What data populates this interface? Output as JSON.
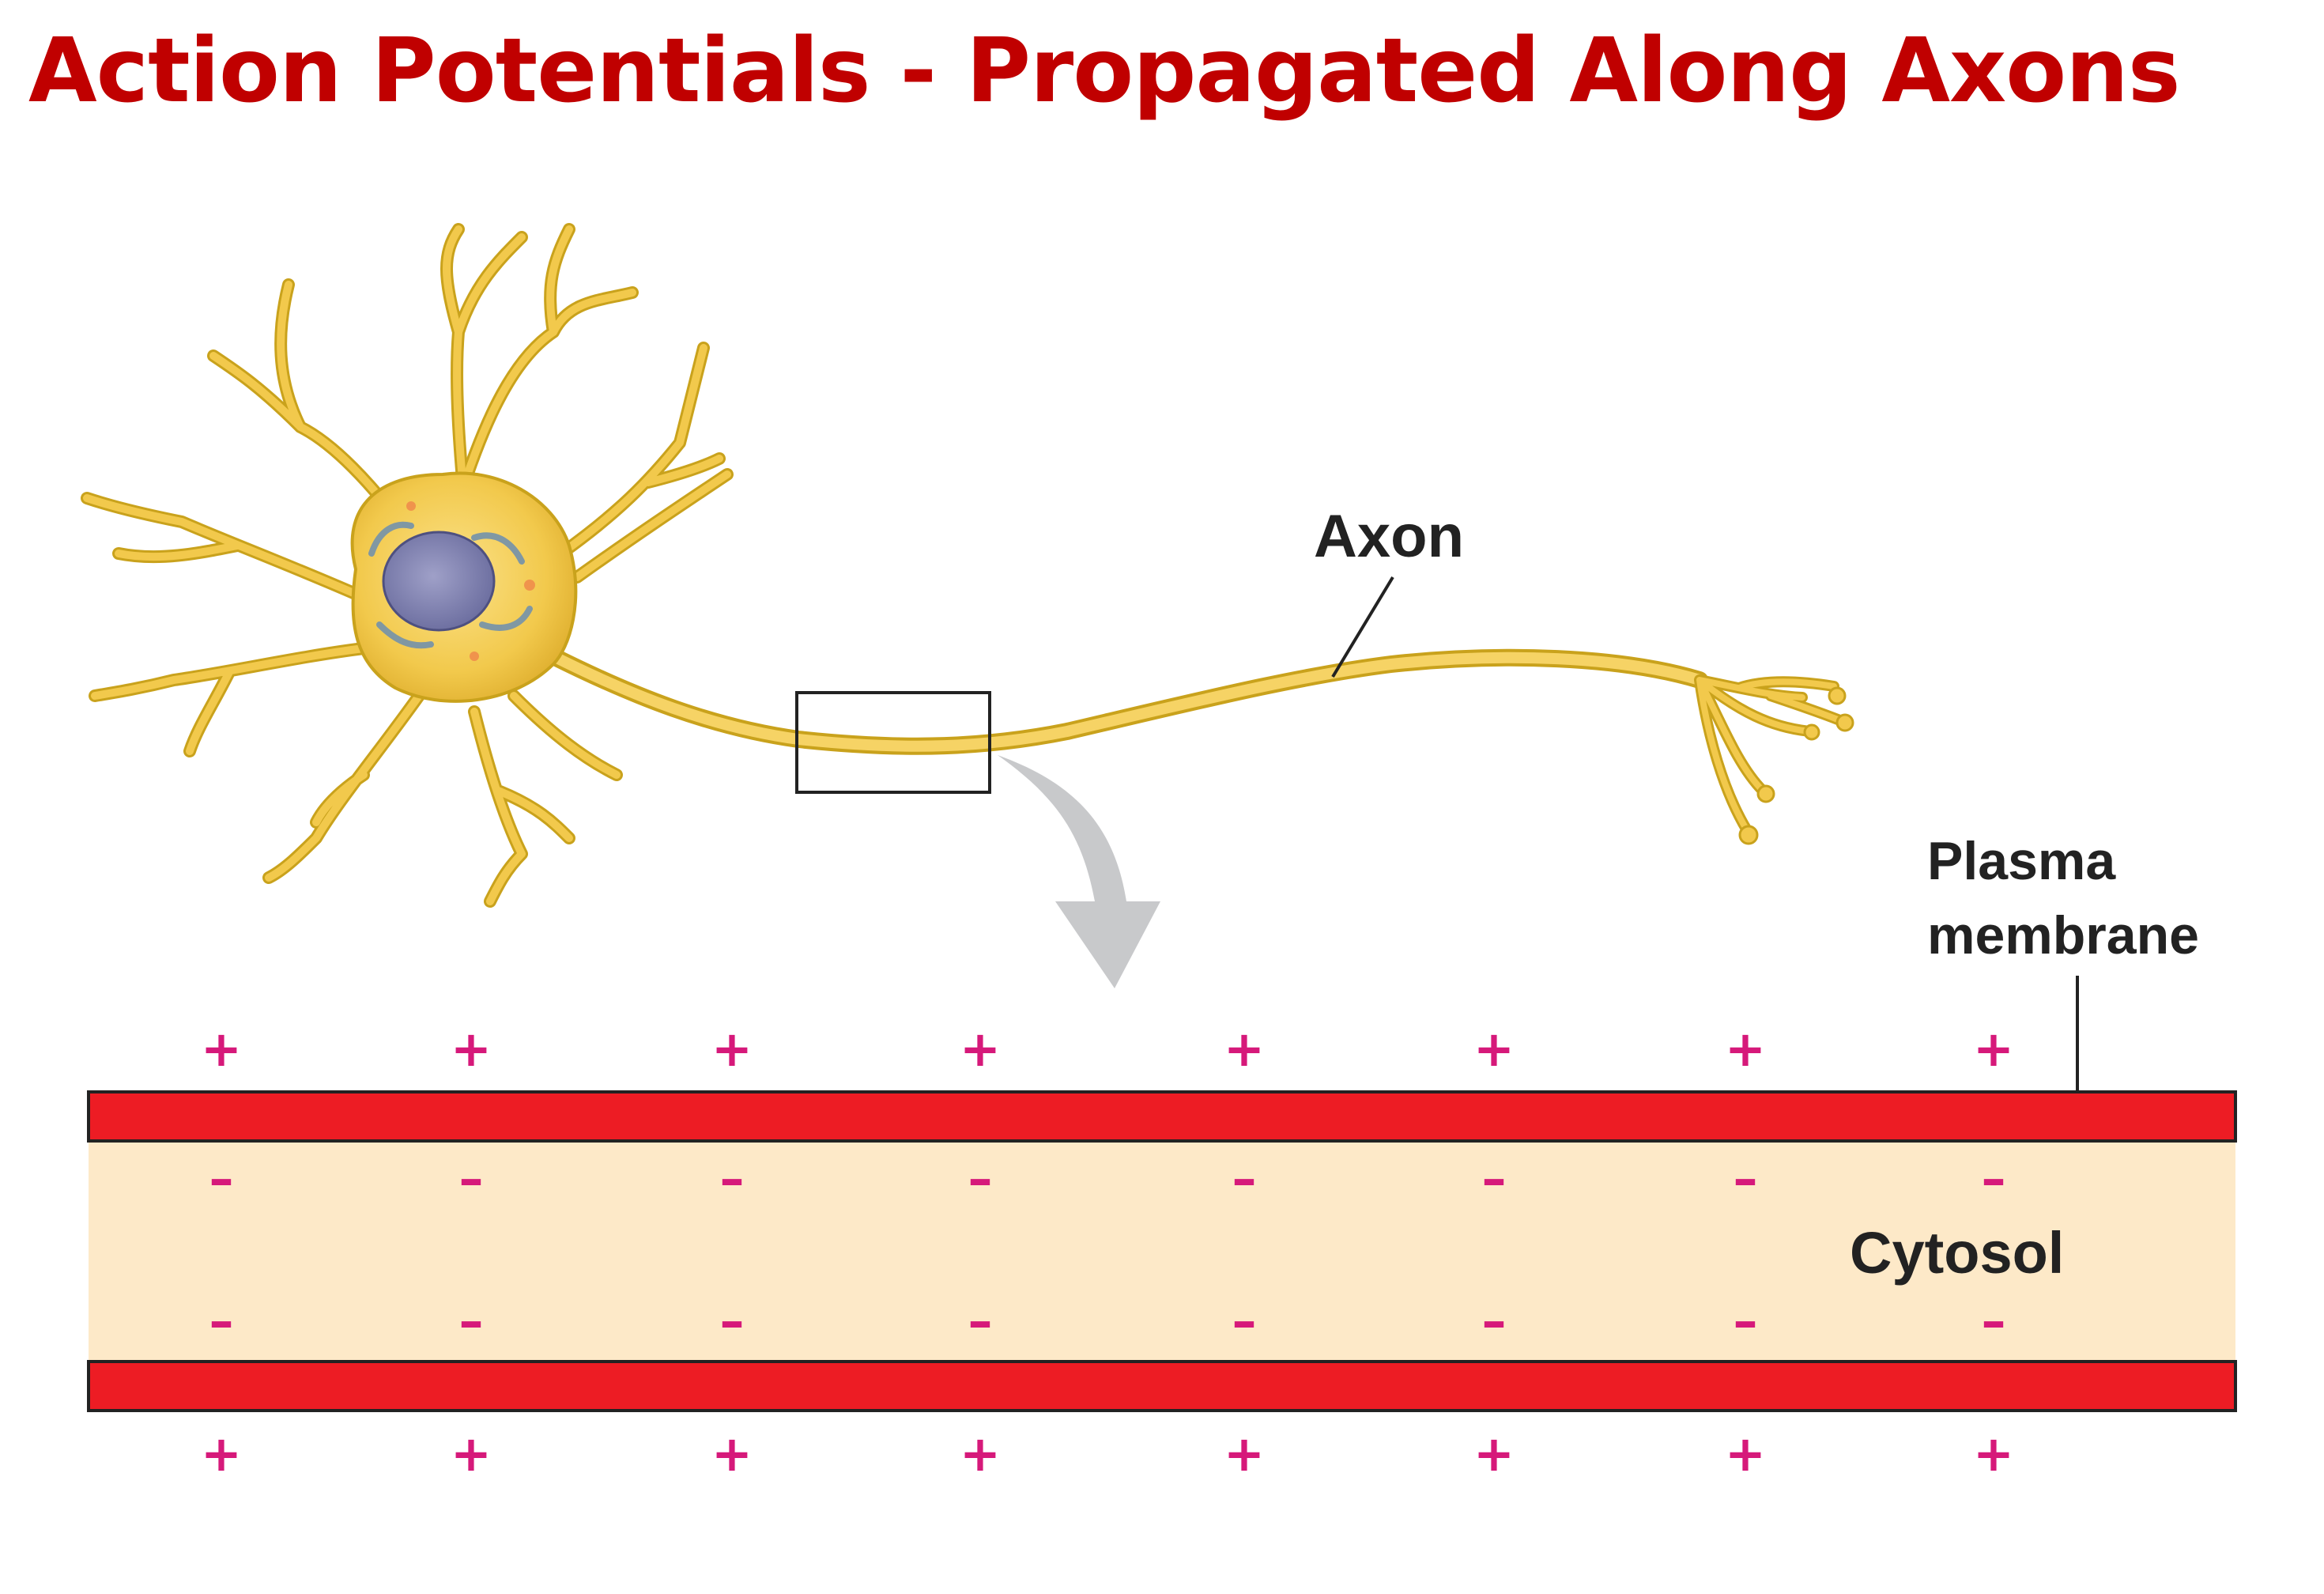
{
  "title": "Action Potentials - Propagated Along Axons",
  "labels": {
    "axon": "Axon",
    "plasma_membrane_line1": "Plasma",
    "plasma_membrane_line2": "membrane",
    "cytosol": "Cytosol"
  },
  "charges": {
    "outside_symbol": "+",
    "inside_symbol": "–",
    "count_per_row": 8
  },
  "colors": {
    "title": "#c00000",
    "neuron": "#f2c94c",
    "neuron_outline": "#c9a21c",
    "membrane": "#ed1c24",
    "cytosol": "#fde9c8",
    "charge": "#d6197a",
    "arrow": "#c8c9cb",
    "label": "#222222"
  }
}
